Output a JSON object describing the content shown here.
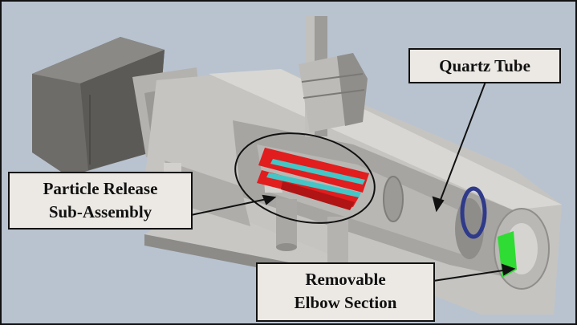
{
  "labels": {
    "quartz_tube": "Quartz Tube",
    "particle_release": [
      "Particle Release",
      "Sub-Assembly"
    ],
    "removable_elbow": [
      "Removable",
      "Elbow Section"
    ]
  },
  "colors": {
    "background": "#b9c3cf",
    "metal_light": "#b9b8b5",
    "metal_mid": "#8f8e8b",
    "metal_dark": "#5d5c5a",
    "motor_body": "#6d6c69",
    "particle_parts": "#e11d1d",
    "quartz_rods": "#45c5c6",
    "elbow_part": "#2fdc33",
    "oring": "#2f3a8a",
    "callout_fill": "#ece9e4"
  }
}
